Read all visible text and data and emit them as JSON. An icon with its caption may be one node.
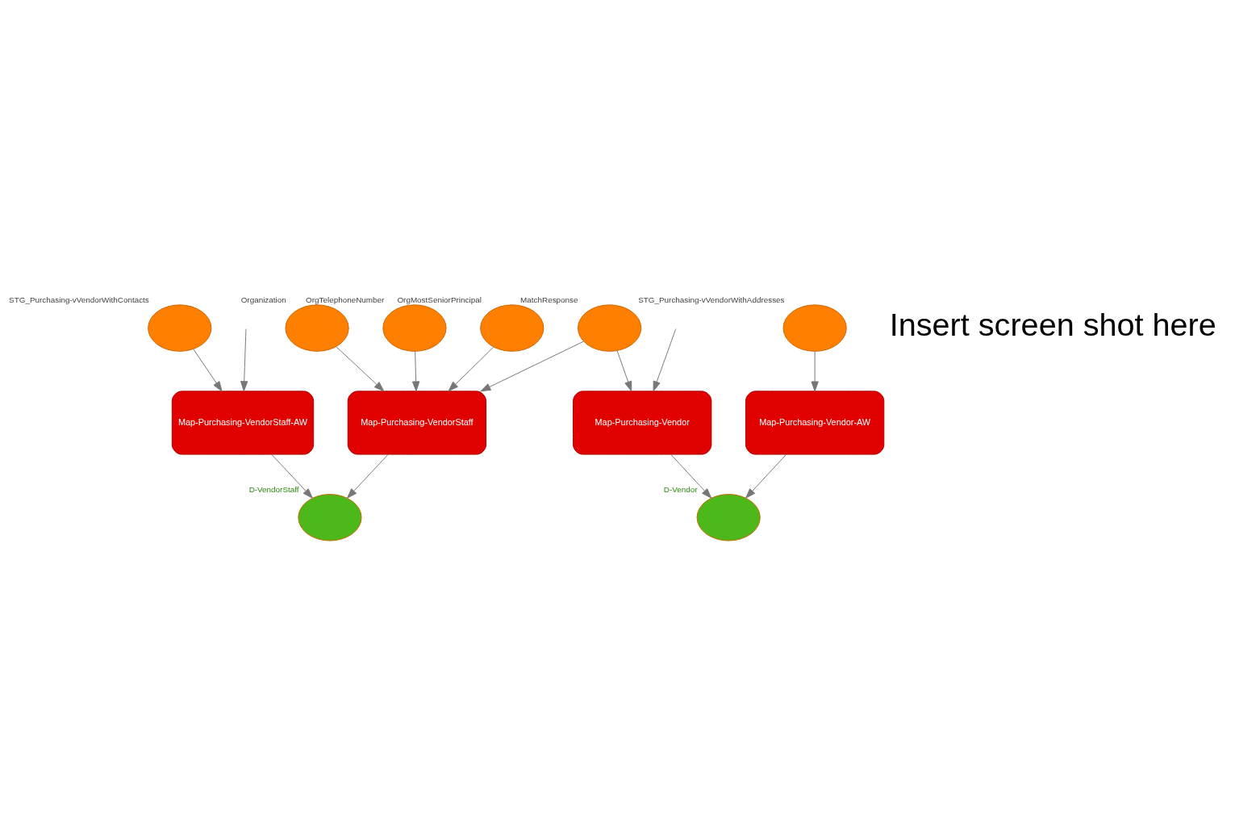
{
  "diagram": {
    "nodes": [
      {
        "text": [
          "Organization"
        ]
      },
      {
        "text": [
          "OrgTelephoneNumber"
        ]
      },
      {
        "text": [
          "Map-Purchasing-VendorStaff"
        ]
      },
      {
        "text": [
          "MatchResponse"
        ]
      },
      {
        "text": [
          "Map-Purchasing-Vendor"
        ]
      },
      {
        "text": [
          "OrgMostSeniorPrincipal"
        ]
      },
      {
        "text": [
          "D-Vendor"
        ]
      },
      {
        "text": [
          "D-VendorStaff"
        ]
      },
      {
        "text": [
          "Map-Purchasing-Vendor-AW"
        ]
      },
      {
        "text": [
          "Map-Purchasing-VendorStaff-AW"
        ]
      },
      {
        "text": [
          "STG_Purchasing-vVendorWithContacts"
        ]
      },
      {
        "text": [
          "STG_Purchasing-vVendorWithAddresses"
        ]
      }
    ],
    "edges": [
      {
        "from": 1,
        "to": 2,
        "arrow": "to"
      },
      {
        "from": 0,
        "to": 2,
        "arrow": "to"
      },
      {
        "from": 5,
        "to": 2,
        "arrow": "to"
      },
      {
        "from": 3,
        "to": 2,
        "arrow": "to"
      },
      {
        "from": 3,
        "to": 4,
        "arrow": "to"
      },
      {
        "from": null,
        "to": 4,
        "arrow": "to"
      },
      {
        "from": 4,
        "to": 6,
        "arrow": "to"
      },
      {
        "from": 8,
        "to": 6,
        "arrow": "to"
      },
      {
        "from": 11,
        "to": 8,
        "arrow": "to"
      },
      {
        "from": 2,
        "to": 7,
        "arrow": "to"
      },
      {
        "from": 9,
        "to": 7,
        "arrow": "to"
      },
      {
        "from": 10,
        "to": 9,
        "arrow": "to"
      },
      {
        "from": null,
        "to": 9,
        "arrow": "to"
      }
    ],
    "labels": [
      "Insert screen shot here"
    ]
  }
}
